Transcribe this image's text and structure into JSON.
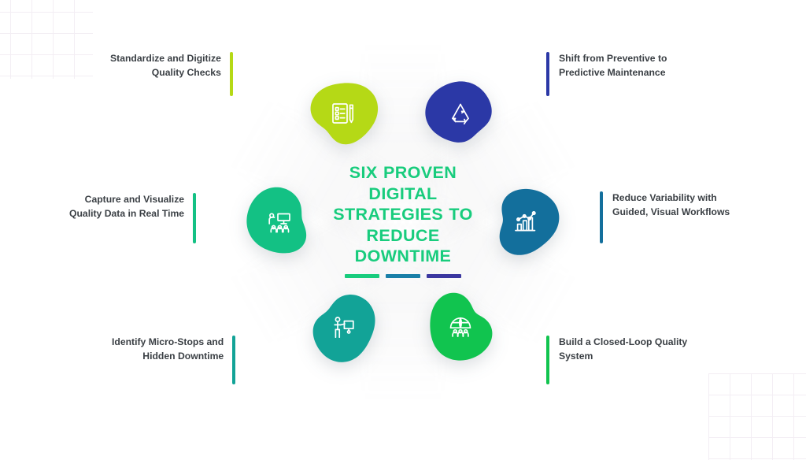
{
  "infographic": {
    "title_lines": "SIX PROVEN\nDIGITAL\nSTRATEGIES TO\nREDUCE\nDOWNTIME",
    "title_color": "#18cc7d",
    "background_color": "#ffffff",
    "accent_dashes": [
      {
        "name": "dash-green",
        "color": "#18cc7d"
      },
      {
        "name": "dash-blue",
        "color": "#1a7fa8"
      },
      {
        "name": "dash-indigo",
        "color": "#3b37a0"
      }
    ],
    "decoration": {
      "grid_line_color": "#f3eef4",
      "corners": [
        "top-left",
        "bottom-right"
      ]
    },
    "nodes": [
      {
        "id": "standardize-digitize",
        "label": "Standardize and Digitize\nQuality Checks",
        "color": "#b5d916",
        "icon": "clipboard-checklist-pencil-icon",
        "side": "left",
        "position": "top-left"
      },
      {
        "id": "preventive-to-predictive",
        "label": "Shift from Preventive to\nPredictive Maintenance",
        "color": "#2b38a6",
        "icon": "recycle-arrows-icon",
        "side": "right",
        "position": "top-right"
      },
      {
        "id": "capture-visualize-data",
        "label": "Capture and Visualize\nQuality Data in Real Time",
        "color": "#13c184",
        "icon": "training-presentation-audience-icon",
        "side": "left",
        "position": "middle-left"
      },
      {
        "id": "reduce-variability",
        "label": "Reduce Variability with\nGuided, Visual Workflows",
        "color": "#136f9c",
        "icon": "bar-chart-trendline-icon",
        "side": "right",
        "position": "middle-right"
      },
      {
        "id": "identify-micro-stops",
        "label": "Identify Micro-Stops and\nHidden Downtime",
        "color": "#12a397",
        "icon": "person-presenting-board-icon",
        "side": "left",
        "position": "bottom-left"
      },
      {
        "id": "closed-loop-quality",
        "label": "Build a Closed-Loop Quality\nSystem",
        "color": "#11c44f",
        "icon": "globe-people-icon",
        "side": "right",
        "position": "bottom-right"
      }
    ]
  }
}
